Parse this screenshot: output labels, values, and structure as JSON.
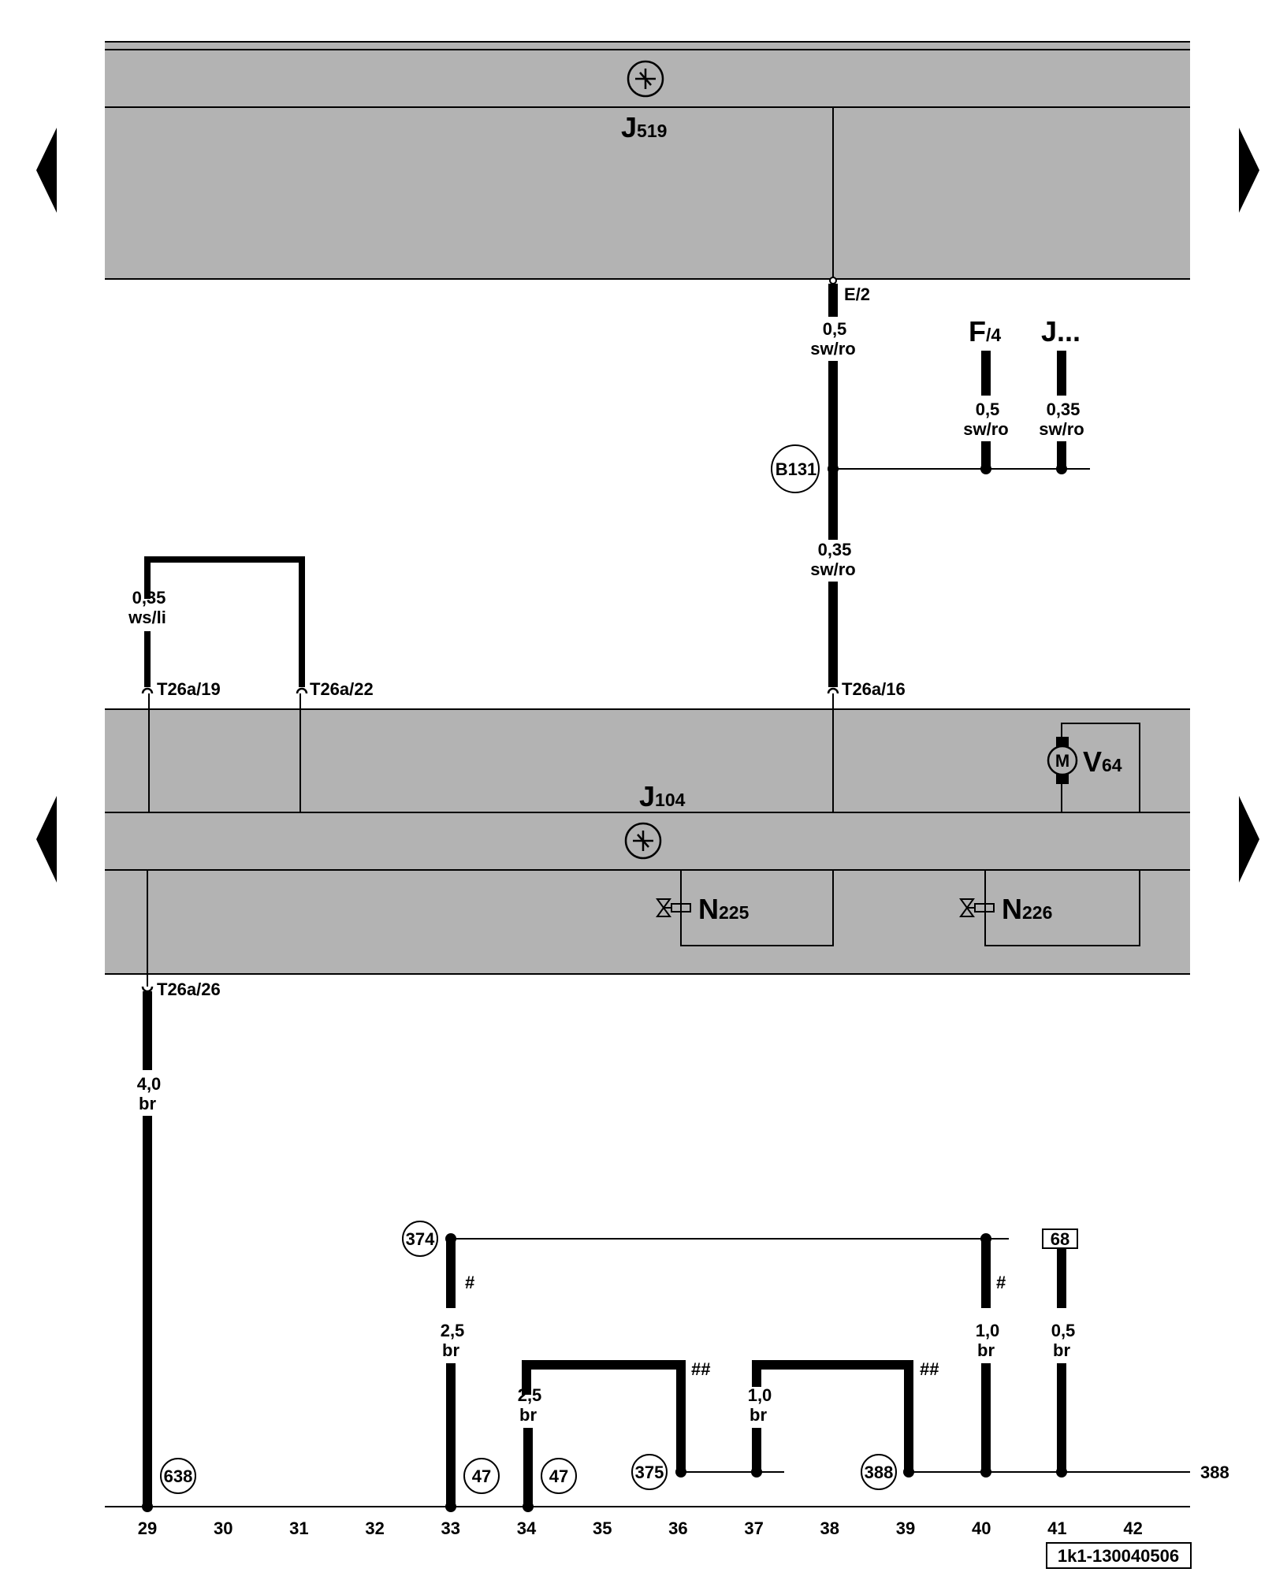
{
  "colors": {
    "module_fill": "#b3b3b3",
    "wire": "#000000",
    "background": "#ffffff"
  },
  "components": {
    "j519": {
      "letter": "J",
      "sub": "519"
    },
    "j104": {
      "letter": "J",
      "sub": "104"
    },
    "v64": {
      "letter": "V",
      "sub": "64"
    },
    "n225": {
      "letter": "N",
      "sub": "225"
    },
    "n226": {
      "letter": "N",
      "sub": "226"
    },
    "f4": {
      "letter": "F",
      "sub": "/4"
    },
    "j_more": {
      "letter": "J..."
    },
    "motor_symbol": "M"
  },
  "connectors": {
    "e2": "E/2",
    "t26a19": "T26a/19",
    "t26a22": "T26a/22",
    "t26a16": "T26a/16",
    "t26a26": "T26a/26"
  },
  "wires": {
    "e2_lower": {
      "size": "0,5",
      "color": "sw/ro"
    },
    "f4": {
      "size": "0,5",
      "color": "sw/ro"
    },
    "j_more": {
      "size": "0,35",
      "color": "sw/ro"
    },
    "t26a16": {
      "size": "0,35",
      "color": "sw/ro"
    },
    "bridge": {
      "size": "0,35",
      "color": "ws/li"
    },
    "ground": {
      "size": "4,0",
      "color": "br"
    },
    "w33": {
      "size": "2,5",
      "color": "br"
    },
    "w34": {
      "size": "2,5",
      "color": "br"
    },
    "w37": {
      "size": "1,0",
      "color": "br"
    },
    "w40": {
      "size": "1,0",
      "color": "br"
    },
    "w41": {
      "size": "0,5",
      "color": "br"
    }
  },
  "splices": {
    "b131": "B131",
    "s374": "374",
    "s375": "375",
    "s388": "388"
  },
  "grounds": {
    "g638": "638",
    "g47a": "47",
    "g47b": "47"
  },
  "markers": {
    "hash": "#",
    "double_hash": "##"
  },
  "ref_box": "68",
  "continuation": "388",
  "track_numbers": [
    "29",
    "30",
    "31",
    "32",
    "33",
    "34",
    "35",
    "36",
    "37",
    "38",
    "39",
    "40",
    "41",
    "42"
  ],
  "diagram_id": "1k1-130040506"
}
